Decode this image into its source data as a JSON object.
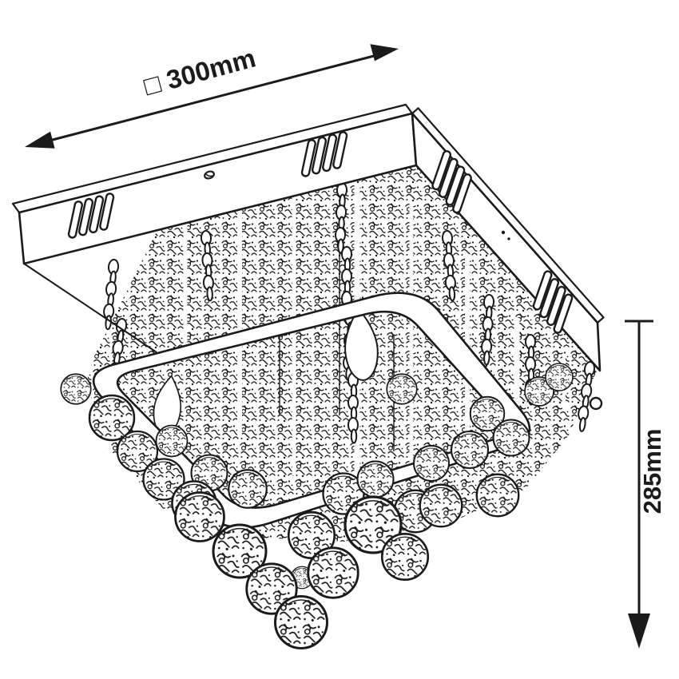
{
  "page": {
    "background_color": "#ffffff",
    "line_color": "#1b1b1b"
  },
  "drawing": {
    "kind": "dimension-drawing",
    "width_dimension": {
      "label": "□ 300mm"
    },
    "height_dimension": {
      "label": "285mm"
    }
  }
}
